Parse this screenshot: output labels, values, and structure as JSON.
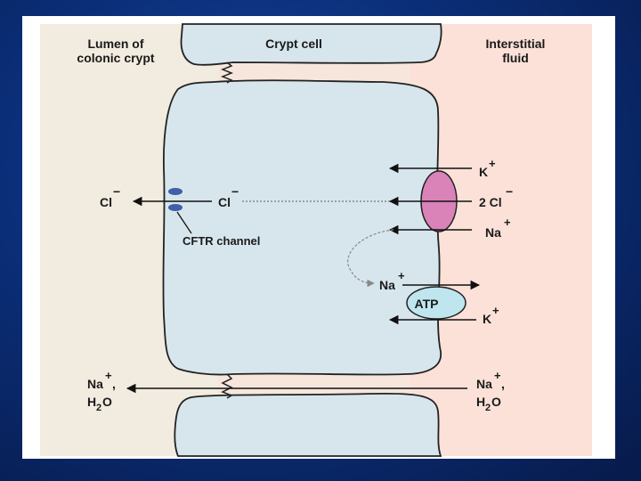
{
  "regions": {
    "lumen": "Lumen of colonic crypt",
    "lumen_line1": "Lumen of",
    "lumen_line2": "colonic crypt",
    "cell": "Crypt cell",
    "interstitial_line1": "Interstitial",
    "interstitial_line2": "fluid"
  },
  "ions": {
    "cl_lumen": "Cl",
    "cl_cell": "Cl",
    "minus": "−",
    "plus": "+",
    "k_top": "K",
    "two_cl": "2 Cl",
    "na_right": "Na",
    "na_pump": "Na",
    "k_pump": "K",
    "na_left": "Na",
    "na_right_bottom": "Na",
    "comma": ",",
    "h2o_h": "H",
    "h2o_2": "2",
    "h2o_o": "O"
  },
  "labels": {
    "cftr": "CFTR channel",
    "atp": "ATP"
  },
  "colors": {
    "lumen_bg": "#f2ebdf",
    "interstitial_bg": "#fbe1d8",
    "cell_fill": "#d7e6ec",
    "cotransporter": "#d983b9",
    "pump": "#bfe5ef",
    "cftr": "#3f5fa8"
  }
}
